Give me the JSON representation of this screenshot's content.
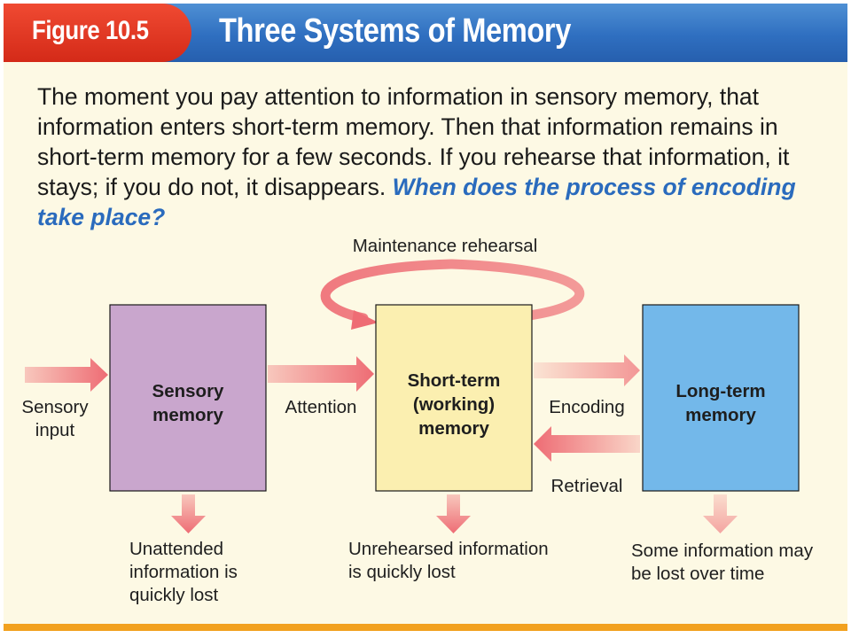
{
  "figure": {
    "label": "Figure 10.5",
    "title": "Three Systems of Memory"
  },
  "caption": {
    "text": "The moment you pay attention to information in sensory memory, that information enters short-term memory. Then that information remains in short-term memory for a few seconds. If you rehearse that information, it stays; if you do not, it disappears.",
    "question": "When does the process of encoding take place?"
  },
  "diagram": {
    "stores": [
      {
        "id": "sensory",
        "lines": [
          "Sensory",
          "memory"
        ],
        "color": "#c9a6cd"
      },
      {
        "id": "short_term",
        "lines": [
          "Short-term",
          "(working)",
          "memory"
        ],
        "color": "#fbefb0"
      },
      {
        "id": "long_term",
        "lines": [
          "Long-term",
          "memory"
        ],
        "color": "#73b8ea"
      }
    ],
    "labels": {
      "sensory_input": [
        "Sensory",
        "input"
      ],
      "attention": "Attention",
      "encoding": "Encoding",
      "retrieval": "Retrieval",
      "maintenance_rehearsal": "Maintenance rehearsal"
    },
    "losses": {
      "sensory": [
        "Unattended",
        "information is",
        "quickly lost"
      ],
      "short_term": [
        "Unrehearsed information",
        "is quickly lost"
      ],
      "long_term": [
        "Some information may",
        "be lost over time"
      ]
    },
    "colors": {
      "arrow": "#ee6c74",
      "box_border": "#1a1a1a",
      "accent": "#2a6bbd"
    }
  }
}
